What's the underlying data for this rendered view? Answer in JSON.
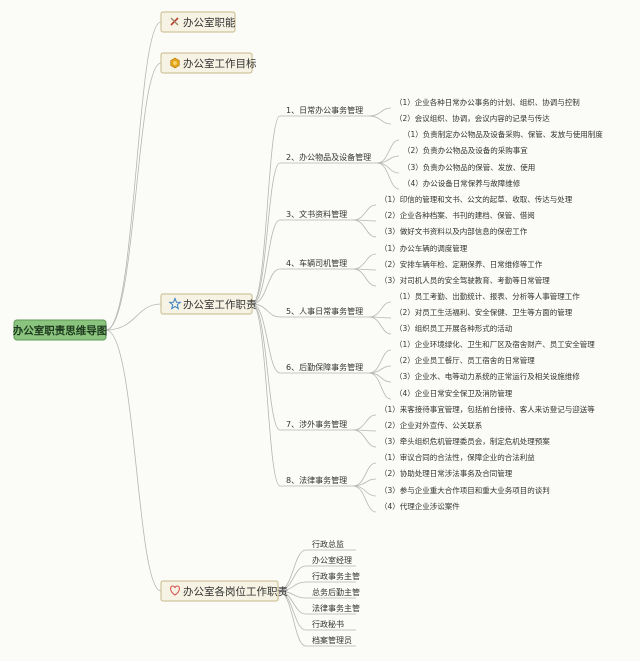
{
  "root": {
    "label": "办公室职责思维导图"
  },
  "topics": [
    {
      "label": "办公室职能",
      "icon": "tools-icon"
    },
    {
      "label": "办公室工作目标",
      "icon": "hexagon-icon"
    },
    {
      "label": "办公室工作职责",
      "icon": "star-icon"
    },
    {
      "label": "办公室各岗位工作职责",
      "icon": "heart-icon"
    }
  ],
  "duties": [
    {
      "label": "1、日常办公事务管理",
      "items": [
        "（1）企业各种日常办公事务的计划、组织、协调与控制",
        "（2）会议组织、协调，会议内容的记录与传达"
      ]
    },
    {
      "label": "2、办公物品及设备管理",
      "items": [
        "（1）负责制定办公物品及设备采购、保管、发放与使用制度",
        "（2）负责办公物品及设备的采购事宜",
        "（3）负责办公物品的保管、发放、使用",
        "（4）办公设备日常保养与故障维修"
      ]
    },
    {
      "label": "3、文书资料管理",
      "items": [
        "（1）印信的管理和文书、公文的起草、收取、传达与处理",
        "（2）企业各种档案、书刊的建档、保管、借阅",
        "（3）做好文书资料以及内部信息的保密工作"
      ]
    },
    {
      "label": "4、车辆司机管理",
      "items": [
        "（1）办公车辆的调度管理",
        "（2）安排车辆年检、定期保养、日常维修等工作",
        "（3）对司机人员的安全驾驶教育、考勤等日常管理"
      ]
    },
    {
      "label": "5、人事日常事务管理",
      "items": [
        "（1）员工考勤、出勤统计、报表、分析等人事管理工作",
        "（2）对员工生活福利、安全保健、卫生等方面的管理",
        "（3）组织员工开展各种形式的活动"
      ]
    },
    {
      "label": "6、后勤保障事务管理",
      "items": [
        "（1）企业环境绿化、卫生和厂区及宿舍财产、员工安全管理",
        "（2）企业员工餐厅、员工宿舍的日常管理",
        "（3）企业水、电等动力系统的正常运行及相关设施维修",
        "（4）企业日常安全保卫及消防管理"
      ]
    },
    {
      "label": "7、涉外事务管理",
      "items": [
        "（1）来客接待事宜管理，包括前台接待、客人来访登记与迎送等",
        "（2）企业对外宣传、公关联系",
        "（3）牵头组织危机管理委员会，制定危机处理预案"
      ]
    },
    {
      "label": "8、法律事务管理",
      "items": [
        "（1）审议合同的合法性，保障企业的合法利益",
        "（2）协助处理日常涉法事务及合同管理",
        "（3）参与企业重大合作项目和重大业务项目的谈判",
        "（4）代理企业涉讼案件"
      ]
    }
  ],
  "positions": [
    "行政总监",
    "办公室经理",
    "行政事务主管",
    "总务后勤主管",
    "法律事务主管",
    "行政秘书",
    "档案管理员"
  ],
  "colors": {
    "root_fill": "#8ac47e",
    "root_stroke": "#5f9a55",
    "topic_fill": "#f6f3e4",
    "topic_stroke": "#c8b98a",
    "line": "#b5b5b5",
    "icon_tools": "#c0392b",
    "icon_hexagon": "#e3a21a",
    "icon_star": "#3a7fc1",
    "icon_heart": "#d9534f"
  }
}
